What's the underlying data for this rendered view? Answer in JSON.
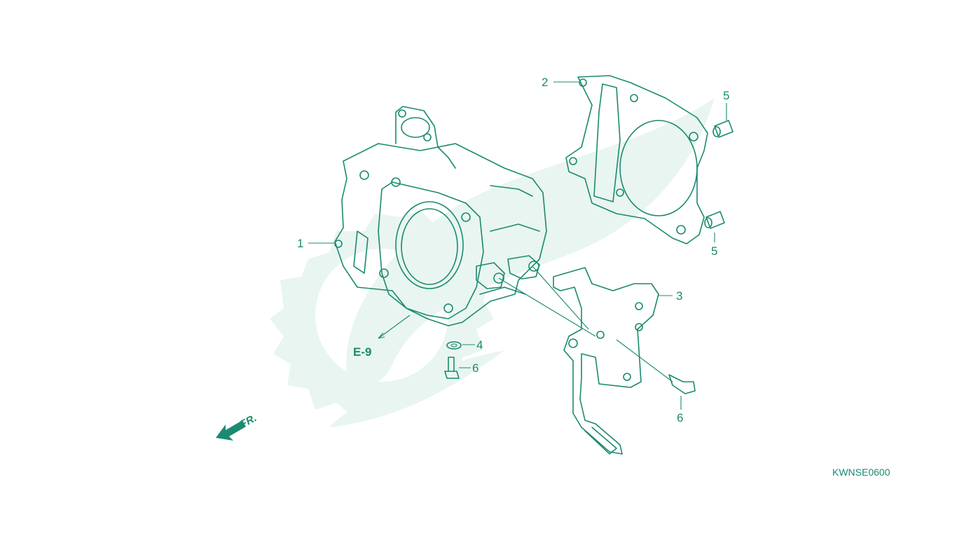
{
  "callouts": {
    "c1": "1",
    "c2": "2",
    "c3": "3",
    "c4": "4",
    "c5a": "5",
    "c5b": "5",
    "c6a": "6",
    "c6b": "6"
  },
  "reference": "E-9",
  "direction": "FR.",
  "diagram_code": "KWNSE0600",
  "colors": {
    "line": "#1a8a70",
    "watermark": "#e9f5f0",
    "background": "#ffffff"
  }
}
